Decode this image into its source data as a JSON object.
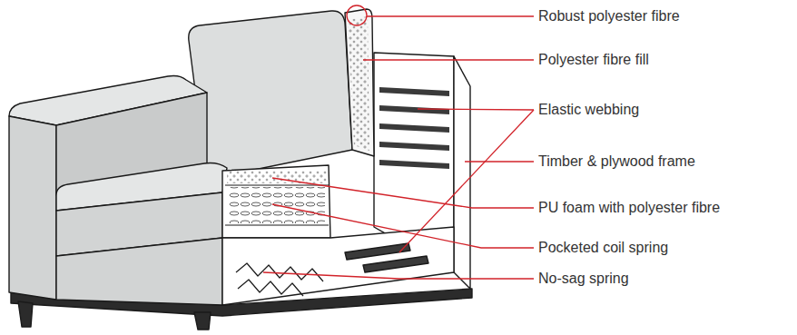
{
  "diagram": {
    "labels": [
      "Robust polyester fibre",
      "Polyester fibre fill",
      "Elastic webbing",
      "Timber & plywood frame",
      "PU foam with polyester fibre",
      "Pocketed coil spring",
      "No-sag spring"
    ]
  }
}
